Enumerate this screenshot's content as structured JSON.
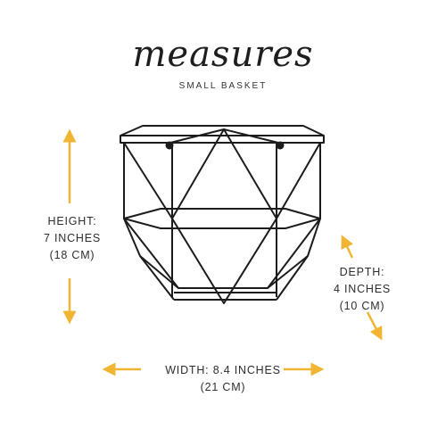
{
  "header": {
    "title": "measures",
    "subtitle": "SMALL BASKET"
  },
  "dimensions": {
    "height": {
      "line1": "HEIGHT:",
      "line2": "7 INCHES",
      "line3": "(18 CM)"
    },
    "depth": {
      "line1": "DEPTH:",
      "line2": "4 INCHES",
      "line3": "(10 CM)"
    },
    "width": {
      "line1": "WIDTH: 8.4 INCHES",
      "line2": "(21 CM)"
    }
  },
  "colors": {
    "arrow": "#f2b533",
    "wire": "#1c1c1c",
    "text": "#2e2e2e"
  },
  "product": {
    "image": "black-geometric-wire-basket"
  }
}
